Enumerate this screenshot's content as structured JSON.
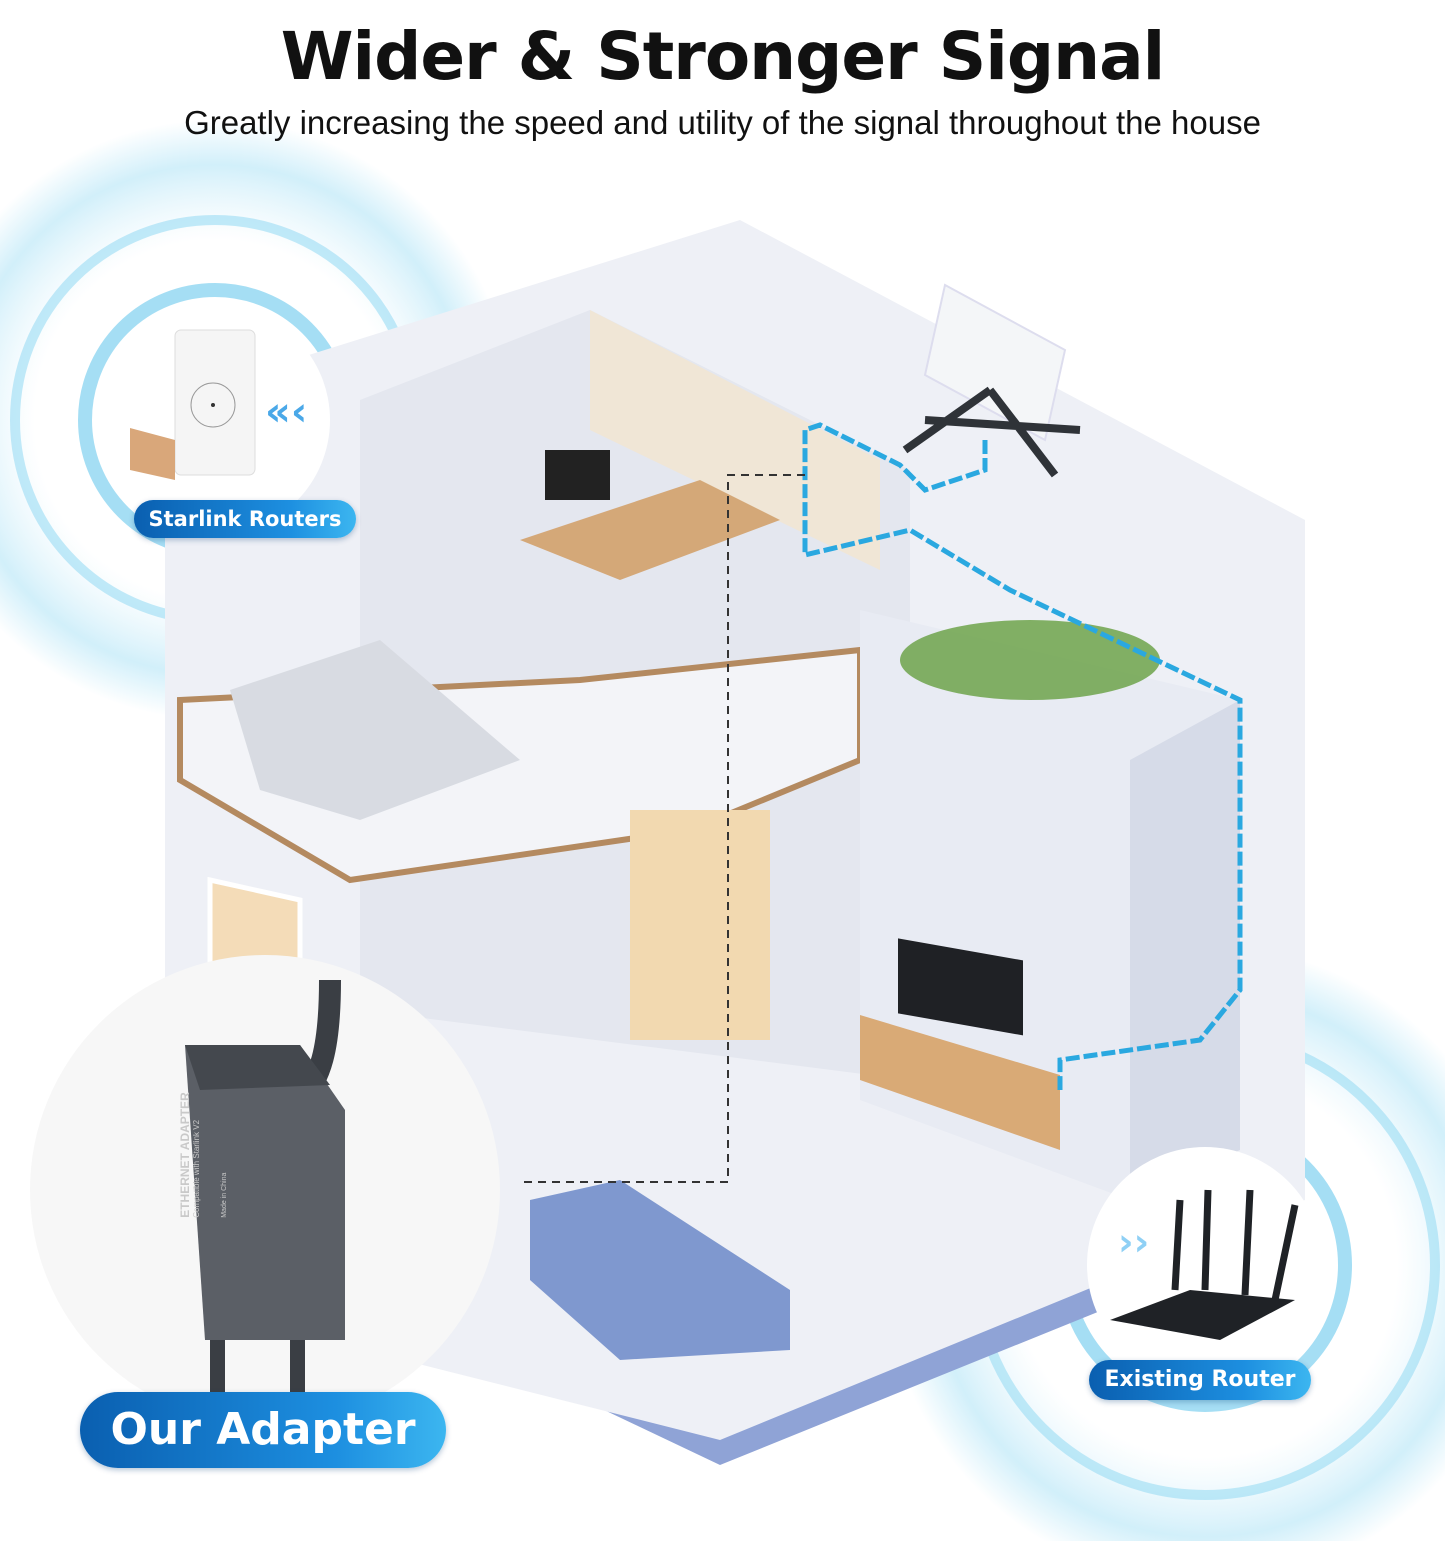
{
  "header": {
    "title": "Wider & Stronger Signal",
    "subtitle": "Greatly increasing the speed and utility of the signal throughout the house"
  },
  "labels": {
    "starlink": "Starlink Routers",
    "adapter": "Our Adapter",
    "router": "Existing Router"
  },
  "adapter_print": {
    "name": "ETHERNET ADAPTER",
    "compat": "Compatible with Starlink V2",
    "origin": "Made in China"
  },
  "colors": {
    "accent": "#1d8fe0",
    "ring": "#7fd0f0",
    "signal_line": "#2aa8e0",
    "house_wall": "#e6e9f2",
    "house_base": "#8fa3d6"
  },
  "icons": [
    "starlink-router-icon",
    "chevron-left-icon",
    "adapter-device-icon",
    "router-icon",
    "chevron-right-icon",
    "satellite-dish-icon"
  ]
}
